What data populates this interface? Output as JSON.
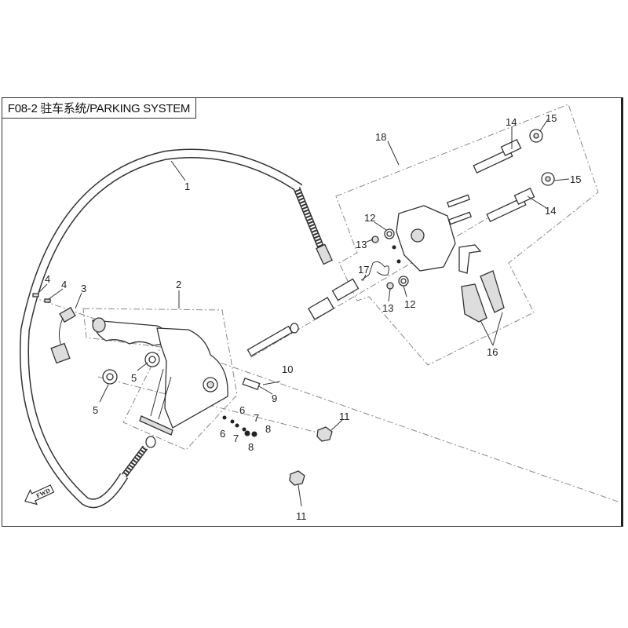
{
  "title": "F08-2 驻车系统/PARKING SYSTEM",
  "fwd_label": "FWD",
  "callouts": {
    "c1": "1",
    "c2": "2",
    "c3": "3",
    "c4a": "4",
    "c4b": "4",
    "c5a": "5",
    "c5b": "5",
    "c6a": "6",
    "c6b": "6",
    "c7a": "7",
    "c7b": "7",
    "c8a": "8",
    "c8b": "8",
    "c9": "9",
    "c10": "10",
    "c11a": "11",
    "c11b": "11",
    "c12a": "12",
    "c12b": "12",
    "c13a": "13",
    "c13b": "13",
    "c14a": "14",
    "c14b": "14",
    "c15a": "15",
    "c15b": "15",
    "c16": "16",
    "c17": "17",
    "c18": "18"
  }
}
